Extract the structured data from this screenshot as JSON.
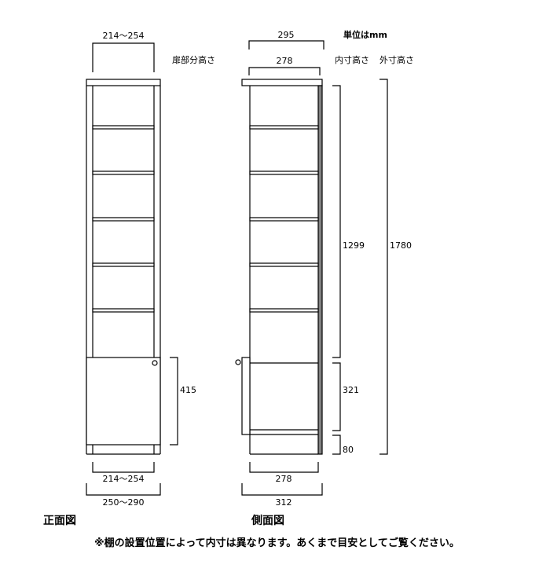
{
  "unit_label": "単位はmm",
  "front": {
    "title": "正面図",
    "top_width": "214～254",
    "door_height_label": "扉部分高さ",
    "door_height": "415",
    "bottom_inner_width": "214～254",
    "bottom_outer_width": "250～290"
  },
  "side": {
    "title": "側面図",
    "outer_depth_top": "295",
    "inner_depth_top": "278",
    "inner_height_label": "内寸高さ",
    "outer_height_label": "外寸高さ",
    "inner_height_upper": "1299",
    "inner_height_lower": "321",
    "plinth_height": "80",
    "outer_height": "1780",
    "bottom_inner_depth": "278",
    "bottom_outer_depth": "312"
  },
  "note": "※棚の設置位置によって内寸は異なります。あくまで目安としてご覧ください。",
  "colors": {
    "line": "#000000",
    "back_panel": "#808080"
  }
}
